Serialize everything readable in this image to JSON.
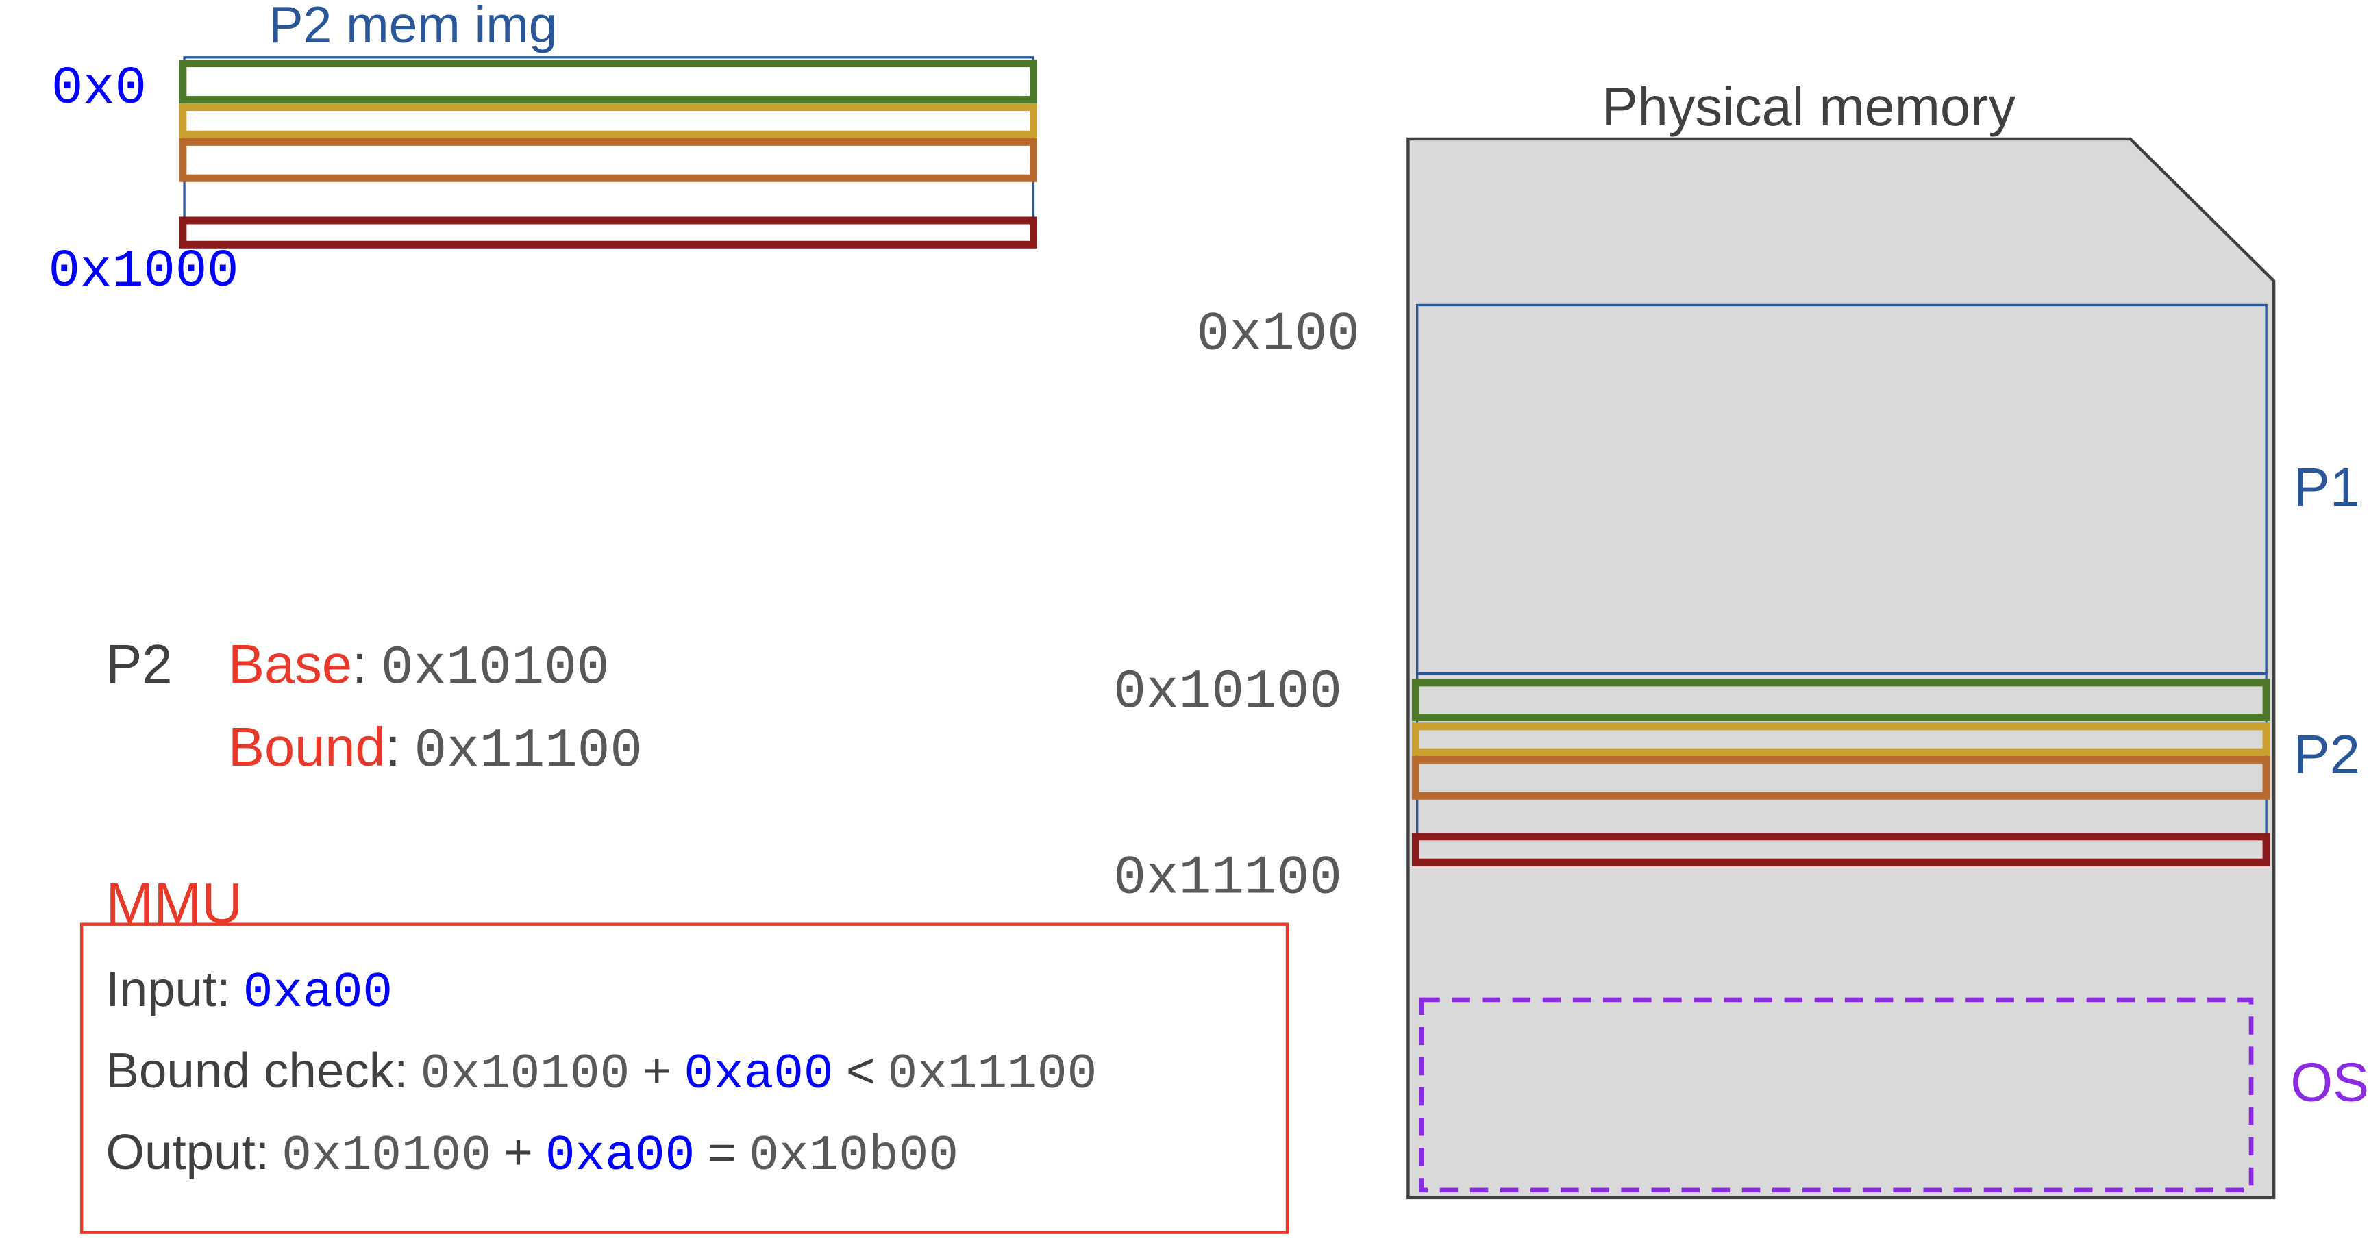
{
  "image": {
    "title": "P2 mem img",
    "addr_start": "0x0",
    "addr_end": "0x1000"
  },
  "registers": {
    "process": "P2",
    "base_label": "Base",
    "base_value": "0x10100",
    "bound_label": "Bound",
    "bound_value": "0x11100",
    "separator": ":"
  },
  "mmu": {
    "title": "MMU",
    "input_label": "Input:",
    "input_value": "0xa00",
    "check_label": "Bound check:",
    "check_base": "0x10100",
    "check_plus": "+",
    "check_offset": "0xa00",
    "check_lt": "<",
    "check_bound": "0x11100",
    "output_label": "Output:",
    "output_base": "0x10100",
    "output_plus": "+",
    "output_offset": "0xa00",
    "output_eq": "=",
    "output_result": "0x10b00"
  },
  "physical": {
    "title": "Physical memory",
    "addr_p1": "0x100",
    "addr_p2_start": "0x10100",
    "addr_p2_end": "0x11100",
    "label_p1": "P1",
    "label_p2": "P2",
    "label_os": "OS"
  },
  "colors": {
    "segment_green": "#4d7a2a",
    "segment_gold": "#c9a02e",
    "segment_orange": "#b8692e",
    "segment_maroon": "#8b1a1a",
    "memory_fill": "#d9d9d9",
    "region_blue": "#2a579a",
    "os_purple": "#8a2be2",
    "mmu_border": "#e8392a"
  }
}
